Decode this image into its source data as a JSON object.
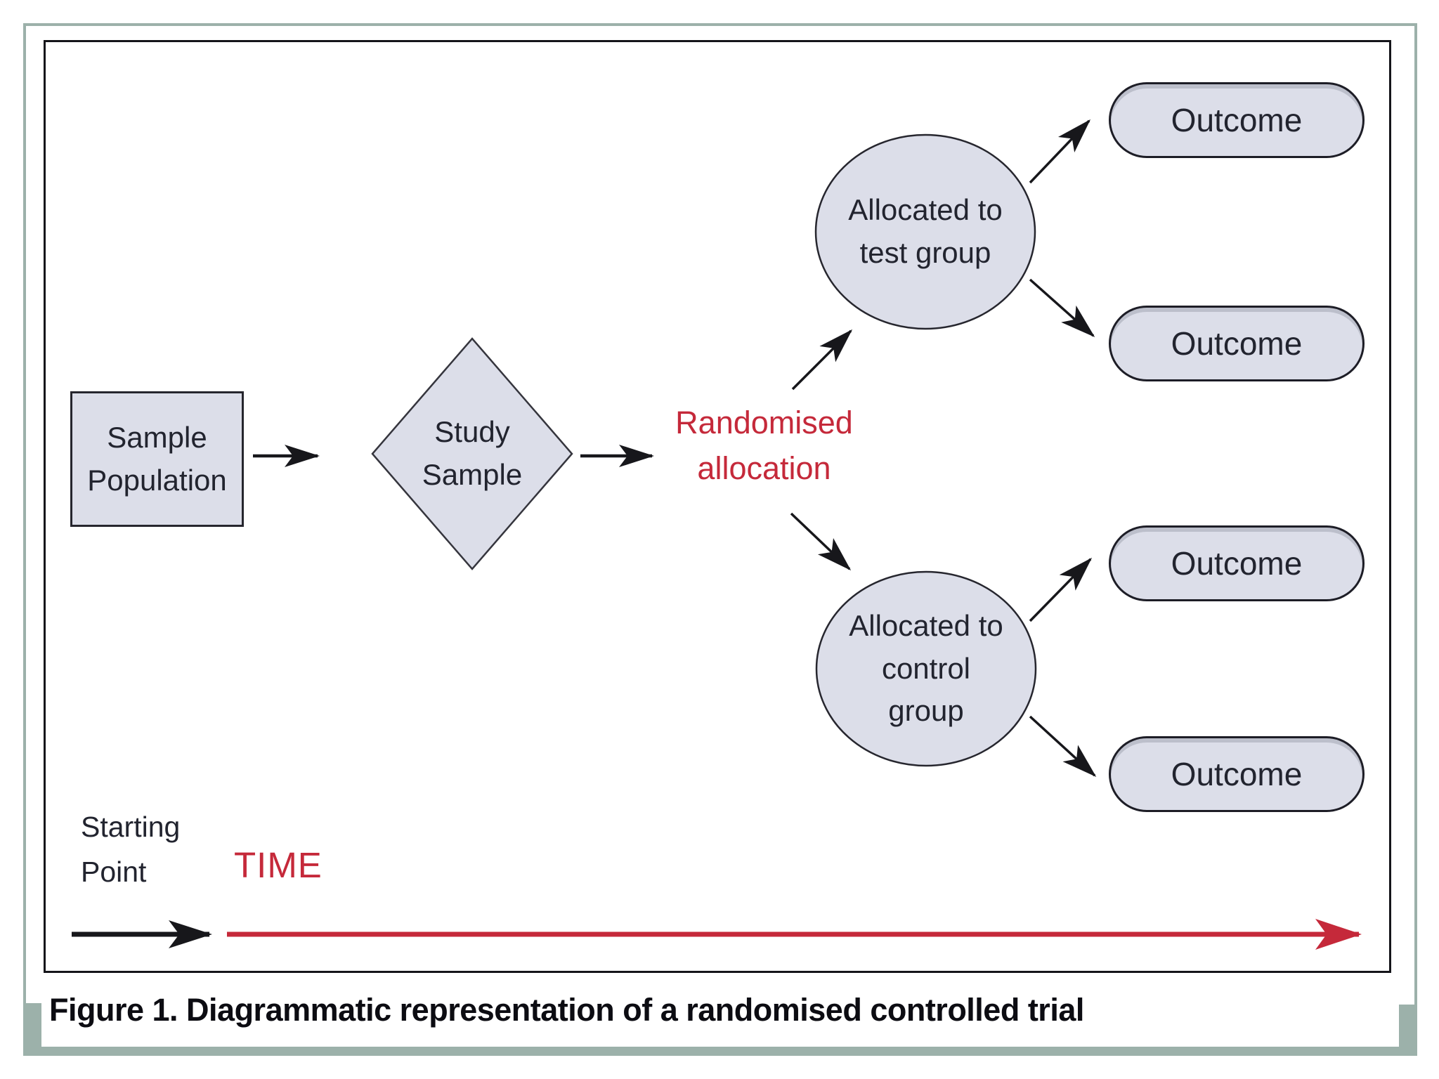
{
  "figure": {
    "caption": "Figure 1. Diagrammatic representation of a randomised controlled trial"
  },
  "nodes": {
    "sample_population": {
      "label": "Sample\nPopulation",
      "shape": "rectangle"
    },
    "study_sample": {
      "label": "Study\nSample",
      "shape": "diamond"
    },
    "test_group": {
      "label": "Allocated to\ntest group",
      "shape": "ellipse"
    },
    "control_group": {
      "label": "Allocated to\ncontrol\ngroup",
      "shape": "ellipse"
    },
    "outcomes": [
      {
        "label": "Outcome"
      },
      {
        "label": "Outcome"
      },
      {
        "label": "Outcome"
      },
      {
        "label": "Outcome"
      }
    ]
  },
  "annotations": {
    "randomised_allocation": "Randomised\nallocation",
    "starting_point": "Starting\nPoint",
    "time": "TIME"
  },
  "edges": [
    {
      "from": "sample-population",
      "to": "study-sample"
    },
    {
      "from": "study-sample",
      "to": "randomised-allocation"
    },
    {
      "from": "randomised-allocation",
      "to": "test-group"
    },
    {
      "from": "randomised-allocation",
      "to": "control-group"
    },
    {
      "from": "test-group",
      "to": "outcome-1"
    },
    {
      "from": "test-group",
      "to": "outcome-2"
    },
    {
      "from": "control-group",
      "to": "outcome-3"
    },
    {
      "from": "control-group",
      "to": "outcome-4"
    },
    {
      "from": "starting-point",
      "to": "time-axis"
    }
  ],
  "colors": {
    "node_fill": "#dcdee9",
    "node_border": "#26262e",
    "arrow_black": "#17171b",
    "accent_red": "#c5293a",
    "frame_sage": "#9cb1aa",
    "text_dark": "#22242f"
  }
}
